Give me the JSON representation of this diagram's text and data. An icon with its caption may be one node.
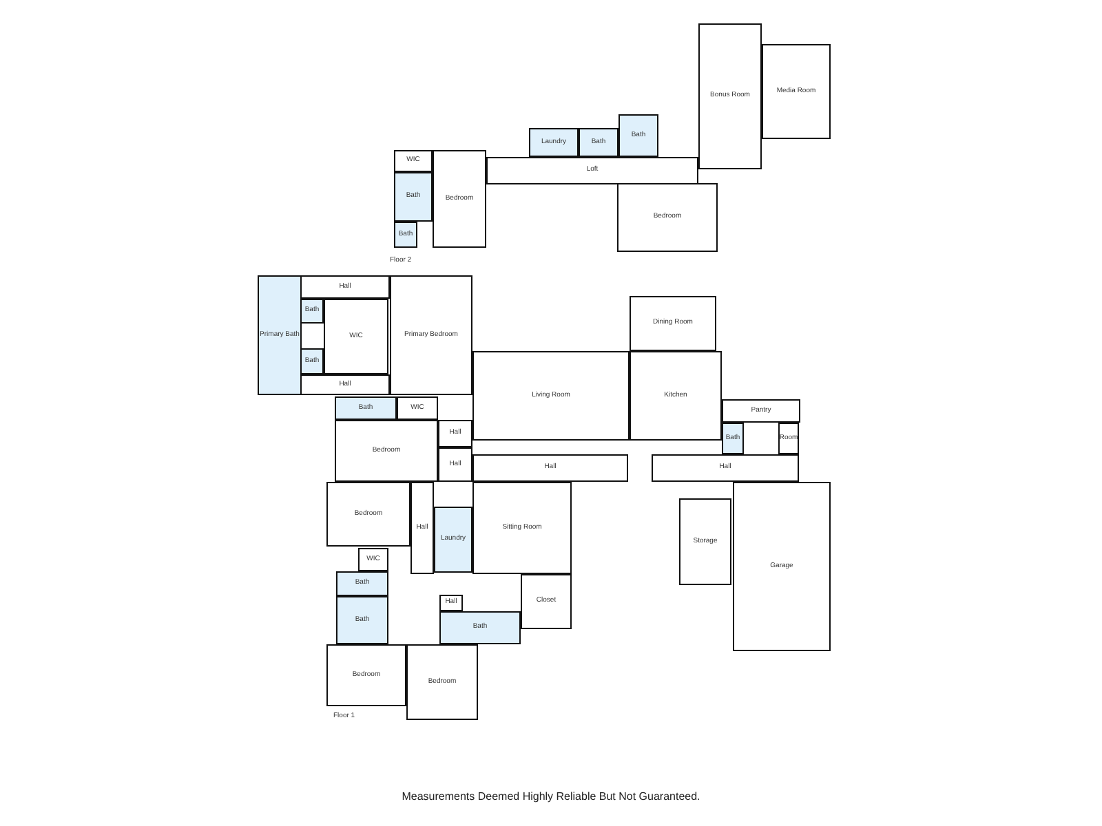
{
  "diagram": {
    "caption": "Measurements Deemed Highly Reliable But Not Guaranteed.",
    "nodes": [
      {
        "text": [
          "WIC"
        ]
      },
      {
        "text": [
          "Bath"
        ]
      },
      {
        "text": [
          "Bath"
        ]
      },
      {
        "text": [
          "Bedroom"
        ]
      },
      {
        "text": [
          "Laundry"
        ]
      },
      {
        "text": [
          "Bath"
        ]
      },
      {
        "text": [
          "Bath"
        ]
      },
      {
        "text": [
          "Loft"
        ]
      },
      {
        "text": [
          "Bedroom"
        ]
      },
      {
        "text": [
          "Bonus Room"
        ]
      },
      {
        "text": [
          "Media Room"
        ]
      },
      {
        "text": [
          "Primary Bath"
        ]
      },
      {
        "text": [
          "Hall"
        ]
      },
      {
        "text": [
          "Bath"
        ]
      },
      {
        "text": [
          "WIC"
        ]
      },
      {
        "text": [
          "Bath"
        ]
      },
      {
        "text": [
          "Hall"
        ]
      },
      {
        "text": [
          "Primary Bedroom"
        ]
      },
      {
        "text": [
          "Bath"
        ]
      },
      {
        "text": [
          "WIC"
        ]
      },
      {
        "text": [
          "Bedroom"
        ]
      },
      {
        "text": [
          "Hall"
        ]
      },
      {
        "text": [
          "Hall"
        ]
      },
      {
        "text": [
          "Dining Room"
        ]
      },
      {
        "text": [
          "Living Room"
        ]
      },
      {
        "text": [
          "Kitchen"
        ]
      },
      {
        "text": [
          "Pantry"
        ]
      },
      {
        "text": [
          "Bath"
        ]
      },
      {
        "text": [
          "Room"
        ]
      },
      {
        "text": [
          "Hall"
        ]
      },
      {
        "text": [
          "Hall"
        ]
      },
      {
        "text": [
          "Bedroom"
        ]
      },
      {
        "text": [
          "Hall"
        ]
      },
      {
        "text": [
          "Laundry"
        ]
      },
      {
        "text": [
          "Sitting Room"
        ]
      },
      {
        "text": [
          "WIC"
        ]
      },
      {
        "text": [
          "Bath"
        ]
      },
      {
        "text": [
          "Bath"
        ]
      },
      {
        "text": [
          "Hall"
        ]
      },
      {
        "text": [
          "Bath"
        ]
      },
      {
        "text": [
          "Closet"
        ]
      },
      {
        "text": [
          "Bedroom"
        ]
      },
      {
        "text": [
          "Bedroom"
        ]
      },
      {
        "text": [
          "Storage"
        ]
      },
      {
        "text": [
          "Garage"
        ]
      }
    ],
    "labels": [
      "Floor 2",
      "Floor 1"
    ]
  }
}
